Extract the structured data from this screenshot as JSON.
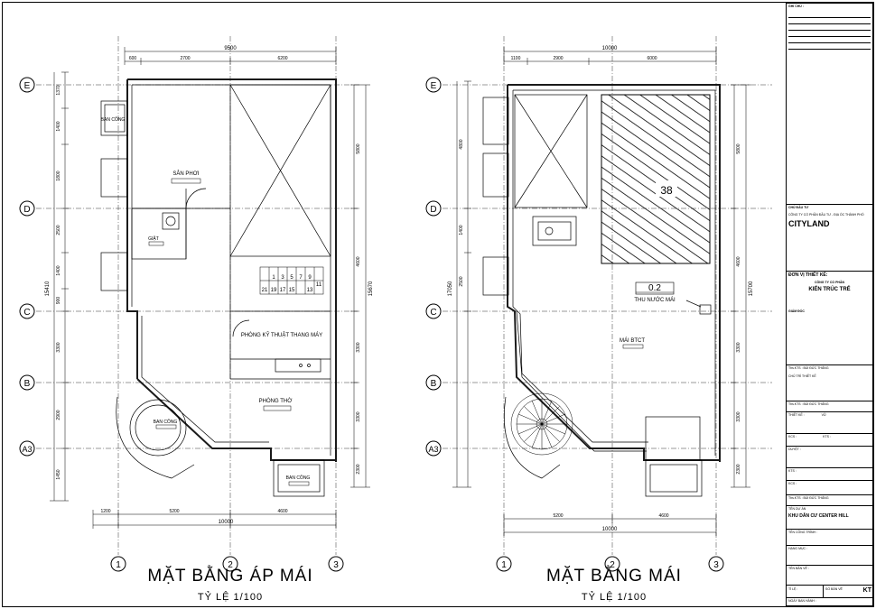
{
  "plan_left": {
    "title": "MẶT BẰNG ÁP MÁI",
    "scale": "TỶ LỆ 1/100",
    "grid_rows": [
      "E",
      "D",
      "C",
      "B",
      "A3"
    ],
    "grid_cols": [
      "1",
      "2",
      "3"
    ],
    "dims_top": [
      "9500",
      "600",
      "2700",
      "6200"
    ],
    "dims_bottom": [
      "1200",
      "5200",
      "4600",
      "10000"
    ],
    "dims_right": [
      "5800",
      "4600",
      "3300",
      "3300",
      "2300",
      "15670"
    ],
    "dims_left": [
      "1370",
      "1400",
      "1800",
      "2500",
      "1400",
      "900",
      "3300",
      "2900",
      "1450",
      "15410"
    ],
    "rooms": {
      "ban_cong_top": "BAN CÔNG",
      "san_phoi": "SÂN PHƠI",
      "giat": "GIẶT",
      "phong_ky_thuat": "PHÒNG KỸ THUẬT THANG MÁY",
      "phong_tho": "PHÒNG THỜ",
      "ban_cong_left": "BAN CÔNG",
      "ban_cong_bottom": "BAN CÔNG"
    },
    "stairs": [
      "1",
      "3",
      "5",
      "7",
      "9",
      "21",
      "19",
      "17",
      "15",
      "13",
      "11"
    ]
  },
  "plan_right": {
    "title": "MẶT BẰNG MÁI",
    "scale": "TỶ LỆ 1/100",
    "grid_rows": [
      "E",
      "D",
      "C",
      "B",
      "A3"
    ],
    "grid_cols": [
      "1",
      "2",
      "3"
    ],
    "dims_top": [
      "10000",
      "1100",
      "2900",
      "6000"
    ],
    "dims_bottom": [
      "5200",
      "4600",
      "10000"
    ],
    "dims_right": [
      "5800",
      "4600",
      "3300",
      "3300",
      "2300",
      "15700"
    ],
    "dims_left": [
      "4800",
      "1400",
      "2500",
      "17050"
    ],
    "labels": {
      "hatch_number": "38",
      "slope": "0.2",
      "roof_drain": "THU NƯỚC MÁI",
      "roof_slab": "MÁI BTCT"
    }
  },
  "title_block": {
    "notes_head": "GHI CHÚ :",
    "owner_head": "CHỦ ĐẦU TƯ",
    "owner_company": "CÔNG TY CỔ PHẦN ĐẦU TƯ - ĐỊA ỐC THÀNH PHỐ",
    "owner_brand": "CITYLAND",
    "designer_head": "ĐƠN VỊ THIẾT KẾ:",
    "designer_company": "CÔNG TY CỔ PHẦN",
    "designer_brand": "KIẾN TRÚC TRẺ",
    "director": "GIÁM ĐỐC",
    "chief_1": "Ths.KTS : BÙI ĐỨC THẮNG",
    "chief_1_role": "CHỦ TRÌ THIẾT KẾ",
    "chief_2": "Ths.KTS : BÙI ĐỨC THẮNG",
    "designer_label": "THIẾT KẾ :",
    "designer_name": "VŨ",
    "kcs_label": "KCS :",
    "kts_label": "KTS :",
    "check_label": "DUYỆT :",
    "kts2_label": "KTS :",
    "kcs2_label": "KCS :",
    "chief_3": "Ths.KTS : BÙI ĐỨC THẮNG",
    "project_head": "TÊN DỰ ÁN",
    "project_name": "KHU DÂN CƯ CENTER HILL",
    "work_head": "TÊN CÔNG TRÌNH :",
    "item_head": "HẠNG MỤC :",
    "drawing_head": "TÊN BẢN VẼ :",
    "scale_label": "TỈ LỆ :",
    "sheet_label": "SỐ BẢN VẼ",
    "sheet_code": "KT",
    "date_label": "NGÀY BAN HÀNH :"
  },
  "colors": {
    "ink": "#000000",
    "paper": "#ffffff",
    "wall": "#1a1a1a"
  }
}
